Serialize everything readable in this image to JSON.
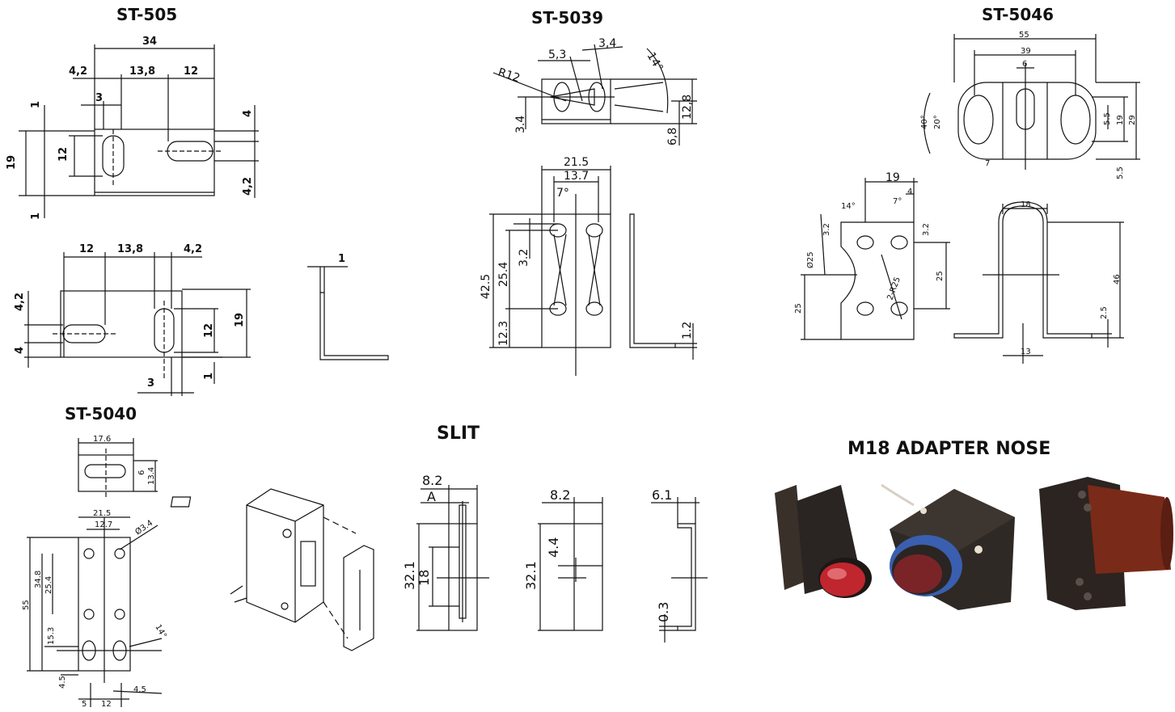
{
  "titles": {
    "st505": "ST-505",
    "st5039": "ST-5039",
    "st5046": "ST-5046",
    "st5040": "ST-5040",
    "slit": "SLIT",
    "m18": "M18 ADAPTER NOSE"
  },
  "st505": {
    "top": {
      "d34": "34",
      "d42": "4,2",
      "d138": "13,8",
      "d12": "12",
      "d3": "3",
      "d1a": "1",
      "d19": "19",
      "d12v": "12",
      "d4": "4",
      "d42v": "4,2",
      "d1b": "1"
    },
    "bottom": {
      "d12": "12",
      "d138": "13,8",
      "d42": "4,2",
      "d42v": "4,2",
      "d4": "4",
      "d12v": "12",
      "d19": "19",
      "d3": "3",
      "d1": "1"
    },
    "side": {
      "d1": "1"
    }
  },
  "st5039": {
    "top": {
      "d53": "5,3",
      "d34": "3,4",
      "d14": "14°",
      "r12": "R12",
      "d34v": "3.4",
      "d128": "12,8",
      "d68": "6,8"
    },
    "front": {
      "d215": "21.5",
      "d137": "13.7",
      "d7": "7°",
      "d32": "3.2",
      "d425": "42.5",
      "d254": "25.4",
      "d123": "12.3"
    },
    "side": {
      "d12": "1.2"
    }
  },
  "st5046": {
    "top": {
      "d55": "55",
      "d39": "39",
      "d6": "6",
      "d40": "40°",
      "d20": "20°",
      "d7": "7",
      "d55v": "5.5",
      "d19": "19",
      "d29": "29",
      "d55b": "5.5"
    },
    "front": {
      "d19": "19",
      "d14": "14°",
      "d7": "7°",
      "d4": "4",
      "d32a": "3.2",
      "d32b": "3.2",
      "d25dia": "Ø25",
      "d25v": "25",
      "d25b": "25",
      "r25": "2-R25"
    },
    "side": {
      "d18": "18",
      "d46": "46",
      "d25": "2.5",
      "d13": "13"
    }
  },
  "st5040": {
    "top": {
      "d176": "17.6",
      "d6": "6",
      "d134": "13.4"
    },
    "front": {
      "d215": "21.5",
      "d127": "12.7",
      "dia34": "Ø3.4",
      "d55": "55",
      "d348": "34.8",
      "d254": "25.4",
      "d153": "15.3",
      "d14": "14°",
      "d45a": "4.5",
      "d5": "5",
      "d12": "12",
      "d45b": "4.5"
    }
  },
  "slit": {
    "v1": {
      "d82": "8.2",
      "a": "A",
      "d321": "32.1",
      "d18": "18"
    },
    "v2": {
      "d82": "8.2",
      "d44": "4.4",
      "d321": "32.1"
    },
    "v3": {
      "d61": "6.1",
      "d03": "0.3"
    }
  },
  "colors": {
    "ink": "#111111",
    "red_lens": "#c0262e",
    "body_dark": "#2a2522",
    "blue_ring": "#3a5fb0"
  }
}
